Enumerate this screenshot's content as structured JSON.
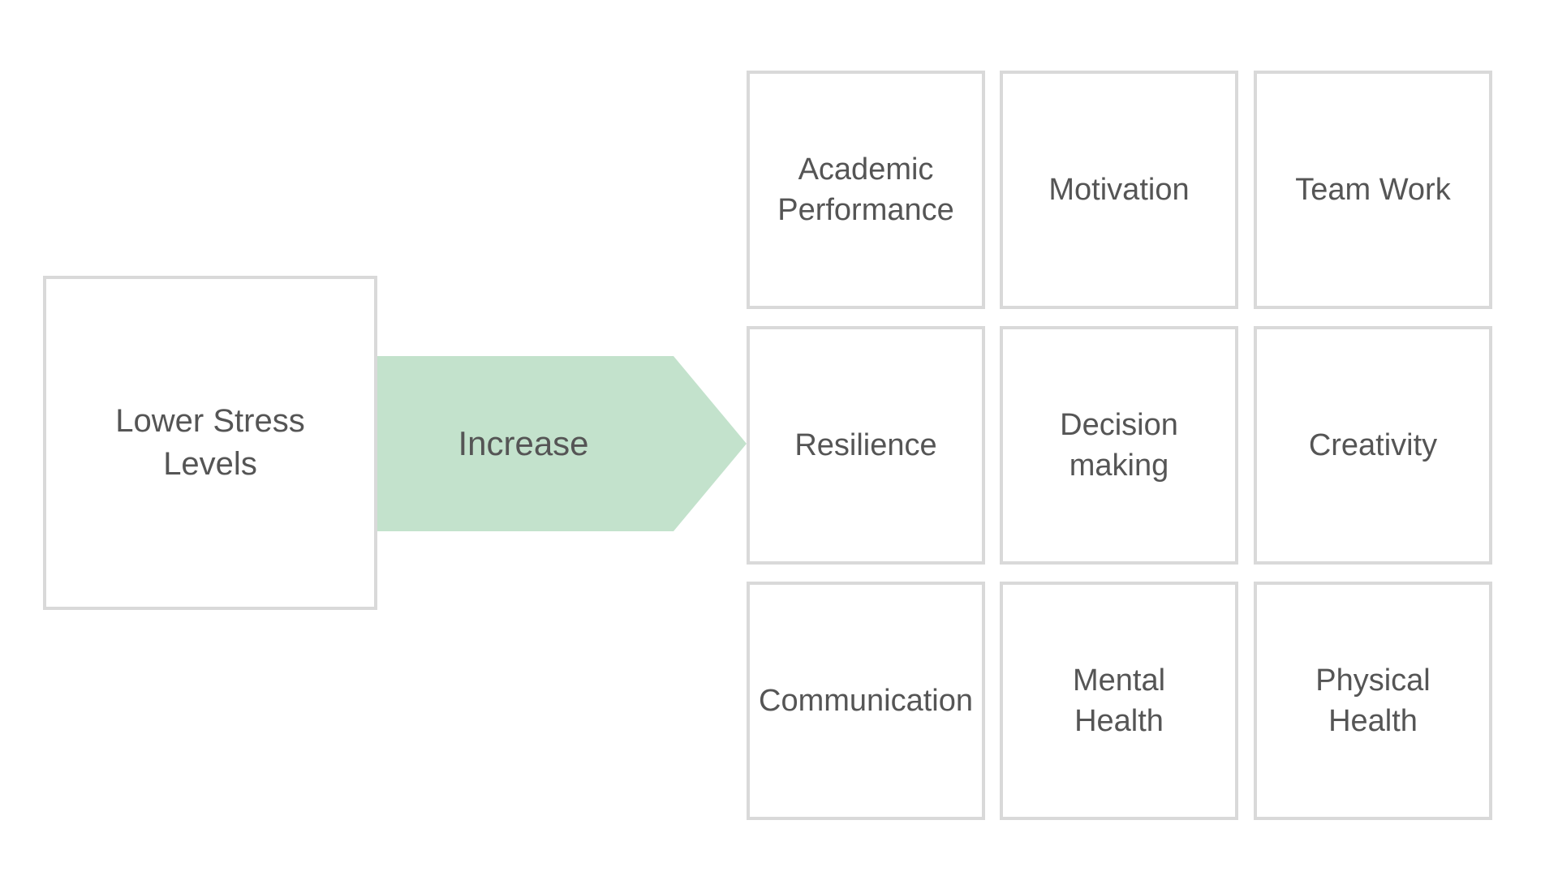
{
  "source": {
    "label": "Lower Stress Levels"
  },
  "arrow": {
    "label": "Increase",
    "color": "#c3e2cc"
  },
  "outcomes": [
    "Academic Performance",
    "Motivation",
    "Team Work",
    "Resilience",
    "Decision making",
    "Creativity",
    "Communication",
    "Mental Health",
    "Physical Health"
  ],
  "colors": {
    "box_border": "#d9d9d9",
    "text": "#555555",
    "background": "#ffffff"
  }
}
